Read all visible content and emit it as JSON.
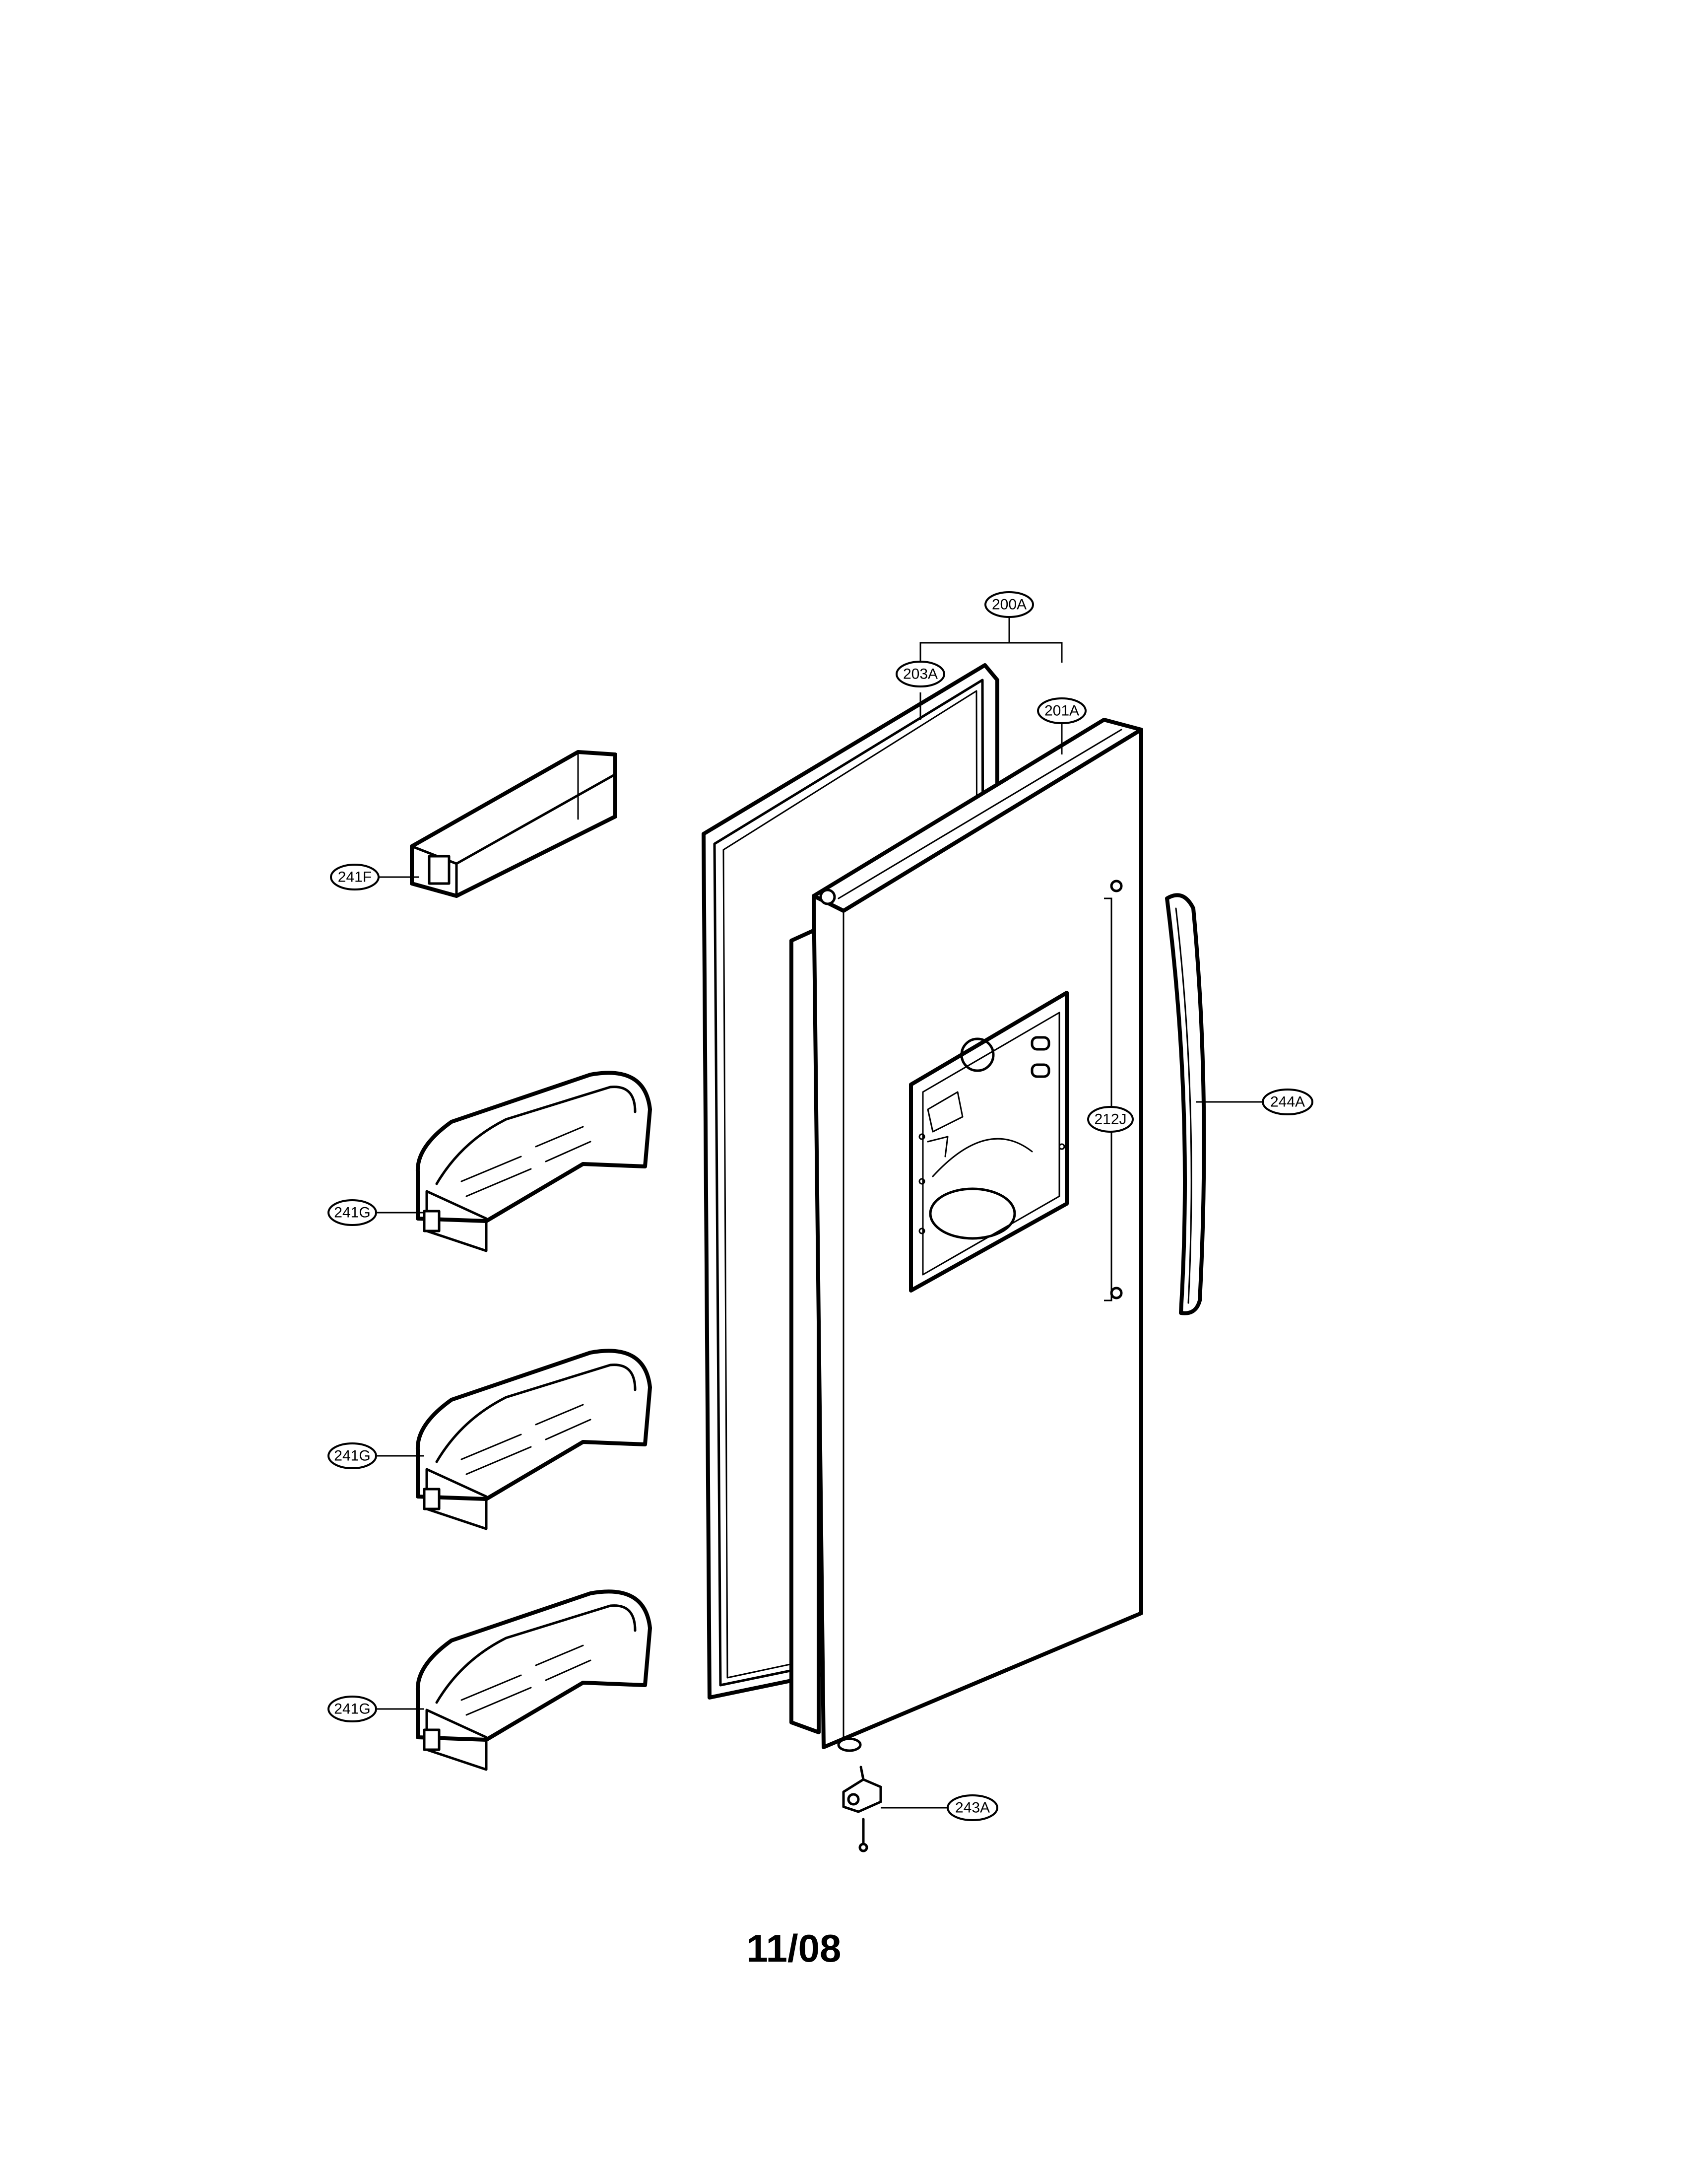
{
  "callouts": {
    "door_assembly": "200A",
    "gasket": "203A",
    "door_foam": "201A",
    "shelf_top": "241F",
    "basket_1": "241G",
    "basket_2": "241G",
    "basket_3": "241G",
    "handle_bracket": "212J",
    "handle": "244A",
    "hinge": "243A"
  },
  "footer": {
    "date": "11/08"
  }
}
